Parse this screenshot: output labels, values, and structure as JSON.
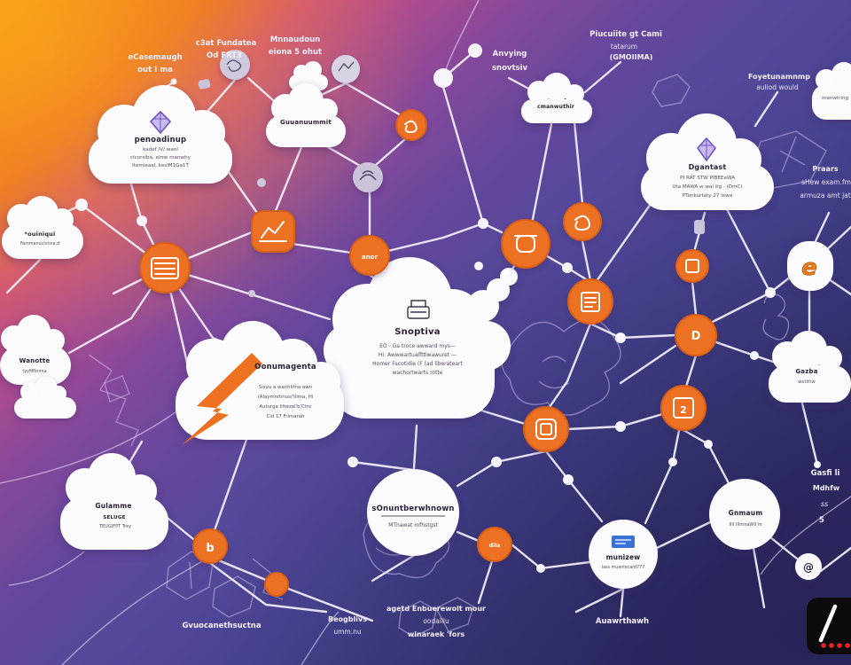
{
  "illustration": "cloud computing network diagram on orange-to-purple gradient",
  "colors": {
    "accent_orange": "#ed7124",
    "orange_rim": "#d85f17",
    "line_white": "#f3eff9",
    "cloud_white": "#fbfafd",
    "bg_orange": "#f49b13",
    "bg_magenta": "#b04b8e",
    "bg_indigo": "#312f6b",
    "logo_black": "#0b0b0c",
    "logo_red": "#e82420",
    "icon_blue": "#3a6fd8",
    "icon_purple": "#6f55c0"
  },
  "clouds": {
    "c1": {
      "title": "penoadinup",
      "lines": [
        "kadef /V/ wanl",
        "cicorsiba, eime manwhy",
        "Itemieaal, keslM1Ga1T"
      ]
    },
    "c3": {
      "title": "Guuanuummit"
    },
    "c4": {
      "title": "cmanwuthir"
    },
    "c5": {
      "title": "Dgantast",
      "lines": [
        "Pf RAT STW PIBEEaWA",
        "Uta MAWA w wal itg - (DmC)",
        "PTonkurtaty 27 lowa"
      ]
    },
    "c6": {
      "title": "manwtring"
    },
    "c7": {
      "lines": [
        "*ouiniqui",
        "Fammanuclonna.d"
      ]
    },
    "c8": {
      "title": "Wanotte",
      "lines": [
        "tyyMfbnma"
      ]
    },
    "c10": {
      "title": "Snoptiva",
      "lines": [
        "EO - Ga troce awward mys—",
        "Hi: Awwwartualfttiwawuret —",
        "Homer Facotidie (F (ad liberateart",
        "wachortwarts rotte"
      ]
    },
    "c11": {
      "title": "Oonumagenta",
      "lines": [
        "Sisyu a wanhlifna awn",
        "(Alaymnitinus/'Ilima, Hi",
        "Auturga Iifrezal'b'Cinc",
        "Cid 17 Frimarah"
      ]
    },
    "c12": {
      "title": "Gulamme",
      "lines": [
        "SELUGE",
        "TEUGIFPT Trey"
      ]
    },
    "c13": {
      "title": "Gazba",
      "lines": [
        "wstittw"
      ]
    }
  },
  "circles": {
    "big": {
      "title": "sOnuntberwhnown",
      "sub": "MThawat mfhstgst"
    },
    "mid": {
      "title": "munizew",
      "sub": "lass muanlecard777"
    },
    "right": {
      "title": "Gnmaum",
      "sub": "IIII IIImnaWII'm"
    }
  },
  "nodes": {
    "o3_label": "anor",
    "o8_label": "D",
    "o9_label": "2",
    "o11_label": "dila",
    "o12_label": "b",
    "wsq_label": "e",
    "cir4_label": "@"
  },
  "labels": {
    "t1": [
      "eCasemaugh",
      "out I ma"
    ],
    "t2": [
      "c3at Fundatea",
      "Od FRT3"
    ],
    "t3": [
      "Mnnaudoun",
      "eiona 5 ohut"
    ],
    "t4": [
      "Anvying",
      "snovtsiv"
    ],
    "t5": [
      "Piucuiite gt Cami",
      "tatarum",
      "(GMOIIMA)"
    ],
    "t6": [
      "Foyetunamnmp",
      "auliod would"
    ],
    "t7": [
      "Praars",
      "sHew exam.fm",
      "armuza amt jat"
    ],
    "t8": [
      "Gasfi li",
      "Mdhfw",
      "ss",
      "5"
    ],
    "t9": [
      "Beogblivs",
      "umm.nu"
    ],
    "t10": [
      "agetd Enbuerewolt mour",
      "oodaillu",
      "winaraek 'fors"
    ],
    "t11": [
      "Gvuocanethsuctna"
    ],
    "t12": [
      "Auawrthawh"
    ]
  },
  "logo": {
    "slash": "/",
    "dot_count": 4
  }
}
